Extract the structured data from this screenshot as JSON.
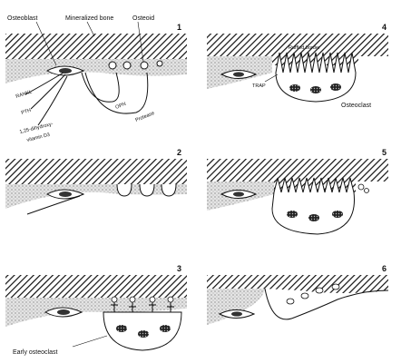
{
  "panels": [
    {
      "number": "1"
    },
    {
      "number": "2"
    },
    {
      "number": "3"
    },
    {
      "number": "4"
    },
    {
      "number": "5"
    },
    {
      "number": "6"
    }
  ],
  "labels": {
    "osteoblast": "Osteoblast",
    "mineralized_bone": "Mineralized bone",
    "osteoid": "Osteoid",
    "rankl": "RANKL",
    "pth": "PTH",
    "vitamin_d_line1": "1,25-dihydroxy-",
    "vitamin_d_line2": "vitamin D3",
    "opn": "OPN",
    "protease": "Protease",
    "trap": "TRAP",
    "ruffled_border": "Ruffled border",
    "osteoclast": "Osteoclast",
    "early_osteoclast": "Early osteoclast"
  }
}
